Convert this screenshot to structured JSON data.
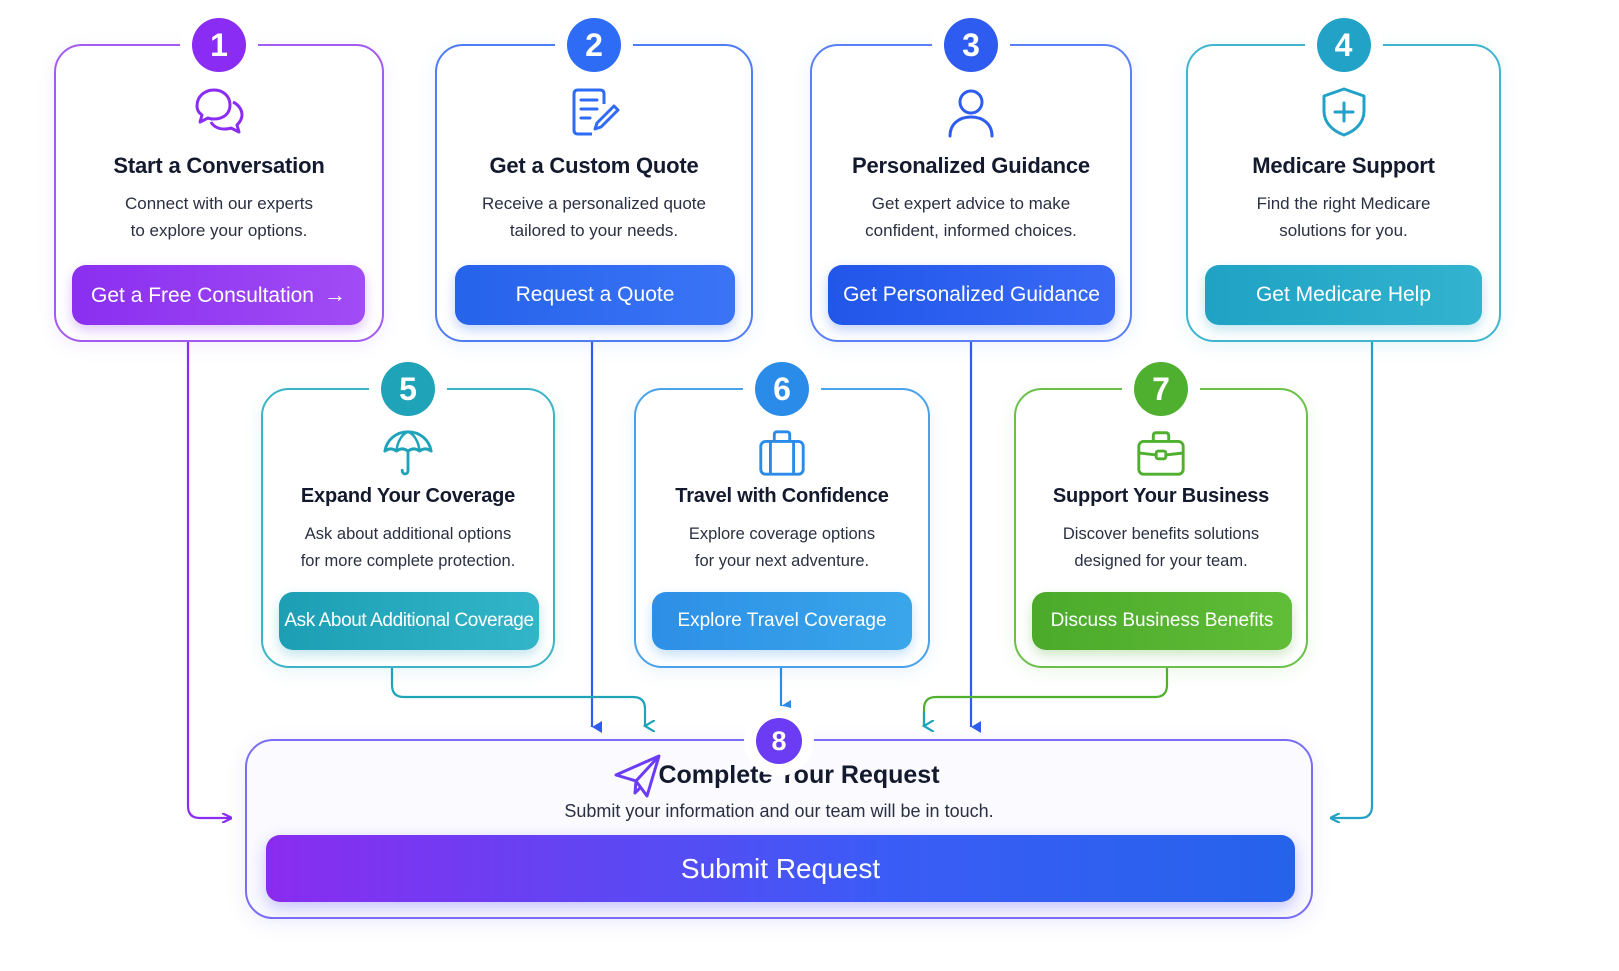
{
  "steps": [
    {
      "number": "1",
      "title": "Start a Conversation",
      "desc": [
        "Connect with our experts",
        "to explore your options."
      ],
      "button": "Get a Free Consultation",
      "button_arrow": "→",
      "icon": "chat-bubbles-icon",
      "color": "#8b2cf5"
    },
    {
      "number": "2",
      "title": "Get a Custom Quote",
      "desc": [
        "Receive a personalized quote",
        "tailored to your needs."
      ],
      "button": "Request a Quote",
      "icon": "document-pen-icon",
      "color": "#2f6cf6"
    },
    {
      "number": "3",
      "title": "Personalized Guidance",
      "desc": [
        "Get expert advice to make",
        "confident, informed choices."
      ],
      "button": "Get Personalized Guidance",
      "icon": "user-icon",
      "color": "#2f5cf0"
    },
    {
      "number": "4",
      "title": "Medicare Support",
      "desc": [
        "Find the right Medicare",
        "solutions for you."
      ],
      "button": "Get Medicare Help",
      "icon": "shield-plus-icon",
      "color": "#22a2c7"
    },
    {
      "number": "5",
      "title": "Expand Your Coverage",
      "desc": [
        "Ask about additional options",
        "for more complete protection."
      ],
      "button": "Ask About Additional Coverage",
      "icon": "umbrella-icon",
      "color": "#1fa3b8"
    },
    {
      "number": "6",
      "title": "Travel with Confidence",
      "desc": [
        "Explore coverage options",
        "for your next adventure."
      ],
      "button": "Explore Travel Coverage",
      "icon": "suitcase-icon",
      "color": "#2a8ce8"
    },
    {
      "number": "7",
      "title": "Support Your Business",
      "desc": [
        "Discover benefits solutions",
        "designed for your team."
      ],
      "button": "Discuss Business Benefits",
      "icon": "briefcase-icon",
      "color": "#4fb02f"
    }
  ],
  "final": {
    "number": "8",
    "title": "Complete Your Request",
    "desc": "Submit your information and our team will be in touch.",
    "button": "Submit Request",
    "icon": "paper-plane-icon",
    "color": "#6b3cf4"
  }
}
